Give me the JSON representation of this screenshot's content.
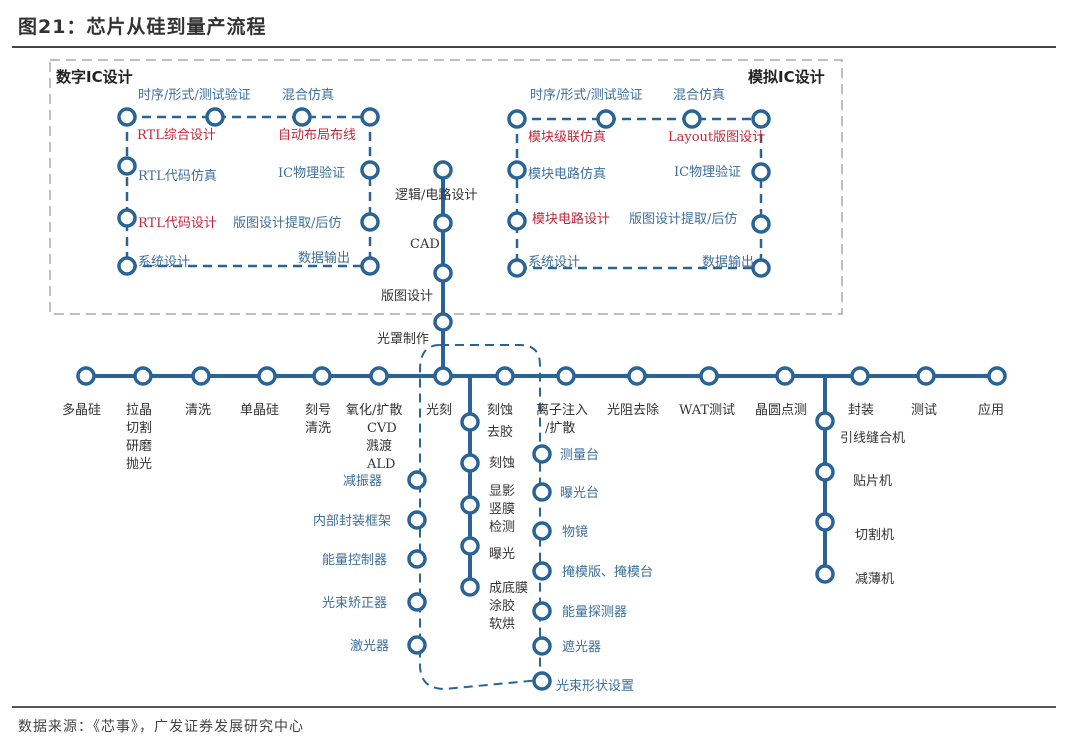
{
  "header": {
    "title": "图21：芯片从硅到量产流程"
  },
  "footer": {
    "source": "数据来源：《芯事》，广发证券发展研究中心"
  },
  "colors": {
    "line": "#2a6496",
    "node_fill": "#ffffff",
    "dashed_box": "#aaaaaa",
    "label_blue": "#3d6f9a",
    "label_red": "#c0283a",
    "label_dark": "#333333"
  },
  "digital_ic": {
    "title": "数字IC设计",
    "top_label_1": "时序/形式/测试验证",
    "top_label_2": "混合仿真",
    "nodes": [
      "RTL综合设计",
      "自动布局布线",
      "RTL代码仿真",
      "IC物理验证",
      "RTL代码设计",
      "版图设计提取/后仿",
      "系统设计",
      "数据输出"
    ]
  },
  "analog_ic": {
    "title": "模拟IC设计",
    "top_label_1": "时序/形式/测试验证",
    "top_label_2": "混合仿真",
    "nodes": [
      "模块级联仿真",
      "Layout版图设计",
      "模块电路仿真",
      "IC物理验证",
      "模块电路设计",
      "版图设计提取/后仿",
      "系统设计",
      "数据输出"
    ]
  },
  "center_branch": [
    "逻辑/电路设计",
    "CAD",
    "版图设计",
    "光罩制作"
  ],
  "main_line": [
    "多晶硅",
    "拉晶\n切割\n研磨\n抛光",
    "清洗",
    "单晶硅",
    "刻号\n清洗",
    "氧化/扩散\nCVD\n溅渡\nALD",
    "光刻",
    "刻蚀\n去胶",
    "离子注入\n/扩散",
    "光阻去除",
    "WAT测试",
    "晶圆点测",
    "封装",
    "测试",
    "应用"
  ],
  "main_labels": {
    "m0": "多晶硅",
    "m1": [
      "拉晶",
      "切割",
      "研磨",
      "抛光"
    ],
    "m2": "清洗",
    "m3": "单晶硅",
    "m4": [
      "刻号",
      "清洗"
    ],
    "m5": [
      "氧化/扩散",
      "CVD",
      "溅渡",
      "ALD"
    ],
    "m6": "光刻",
    "m7": [
      "刻蚀",
      "去胶"
    ],
    "m8": [
      "离子注入",
      "/扩散"
    ],
    "m9": "光阻去除",
    "m10": "WAT测试",
    "m11": "晶圆点测",
    "m12": "封装",
    "m13": "测试",
    "m14": "应用"
  },
  "litho_branch": {
    "l0": "刻蚀",
    "l1": [
      "显影",
      "竖膜",
      "检测"
    ],
    "l2": "曝光",
    "l3": [
      "成底膜",
      "涂胶",
      "软烘"
    ]
  },
  "litho_equipment_left": [
    "减振器",
    "内部封装框架",
    "能量控制器",
    "光束矫正器",
    "激光器"
  ],
  "litho_equipment_right": [
    "测量台",
    "曝光台",
    "物镜",
    "掩模版、掩模台",
    "能量探测器",
    "遮光器",
    "光束形状设置"
  ],
  "packaging_branch": [
    "引线缝合机",
    "贴片机",
    "切割机",
    "减薄机"
  ]
}
